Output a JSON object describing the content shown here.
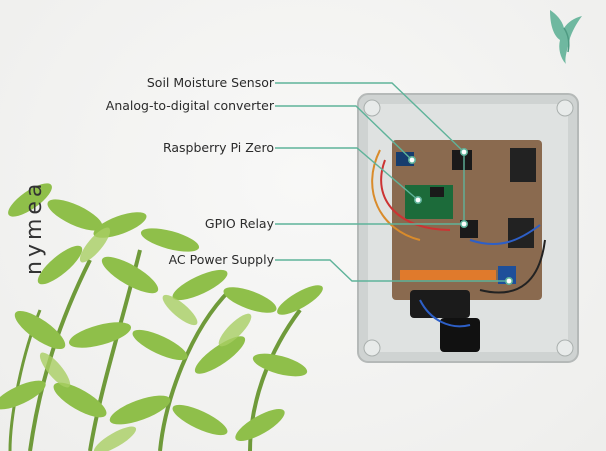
{
  "brand": {
    "name": "nymea",
    "logo_icon": "bird-icon",
    "accent_color": "#6fb8a0"
  },
  "callouts": [
    {
      "label": "Soil Moisture Sensor"
    },
    {
      "label": "Analog-to-digital converter"
    },
    {
      "label": "Raspberry Pi Zero"
    },
    {
      "label": "GPIO Relay"
    },
    {
      "label": "AC Power Supply"
    }
  ],
  "colors": {
    "line": "#5fb39a",
    "box": "#d9dcdb",
    "board": "#8a6a4f"
  }
}
